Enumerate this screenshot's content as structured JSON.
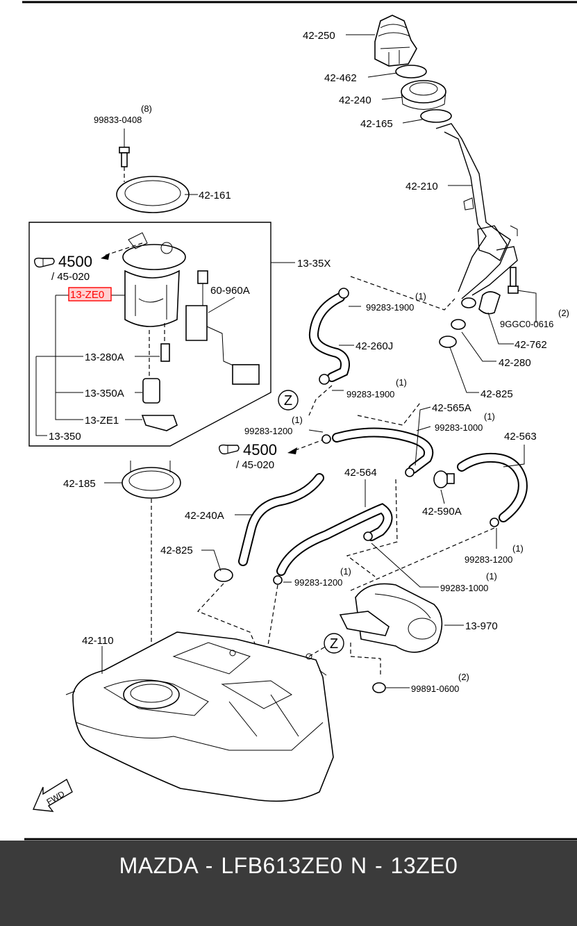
{
  "diagram": {
    "labels": {
      "p42_250": "42-250",
      "p42_462": "42-462",
      "p42_240": "42-240",
      "p42_165": "42-165",
      "p42_210": "42-210",
      "p99833_qty": "(8)",
      "p99833": "99833-0408",
      "p42_161": "42-161",
      "p13_35X": "13-35X",
      "ref4500_a": "4500",
      "ref45020_a": "/ 45-020",
      "p13_ZE0": "13-ZE0",
      "p60_960A": "60-960A",
      "p13_280A": "13-280A",
      "p13_350A": "13-350A",
      "p13_ZE1": "13-ZE1",
      "p13_350": "13-350",
      "p99283_1900a_qty": "(1)",
      "p99283_1900a": "99283-1900",
      "p42_260J": "42-260J",
      "p99283_1900b_qty": "(1)",
      "p99283_1900b": "99283-1900",
      "p9GGC0_qty": "(2)",
      "p9GGC0": "9GGC0-0616",
      "p42_762": "42-762",
      "p42_280": "42-280",
      "p42_825a": "42-825",
      "p42_565A": "42-565A",
      "p99283_1000a_qty": "(1)",
      "p99283_1000a": "99283-1000",
      "p99283_1200a_qty": "(1)",
      "p99283_1200a": "99283-1200",
      "p42_563": "42-563",
      "ref4500_b": "4500",
      "ref45020_b": "/ 45-020",
      "p42_185": "42-185",
      "p42_564": "42-564",
      "p42_590A": "42-590A",
      "p42_240A": "42-240A",
      "p99283_1200b_qty": "(1)",
      "p99283_1200b": "99283-1200",
      "p42_825b": "42-825",
      "p99283_1200c_qty": "(1)",
      "p99283_1200c": "99283-1200",
      "p99283_1000b_qty": "(1)",
      "p99283_1000b": "99283-1000",
      "p13_970": "13-970",
      "p42_110": "42-110",
      "p99891_qty": "(2)",
      "p99891": "99891-0600",
      "z1": "Z",
      "z2": "Z",
      "fwd": "FWD"
    },
    "highlight_color": "#ff0000"
  },
  "footer": {
    "title": "MAZDA - LFB613ZE0   N - 13ZE0",
    "background": "#3b3b3b",
    "text_color": "#ffffff"
  }
}
